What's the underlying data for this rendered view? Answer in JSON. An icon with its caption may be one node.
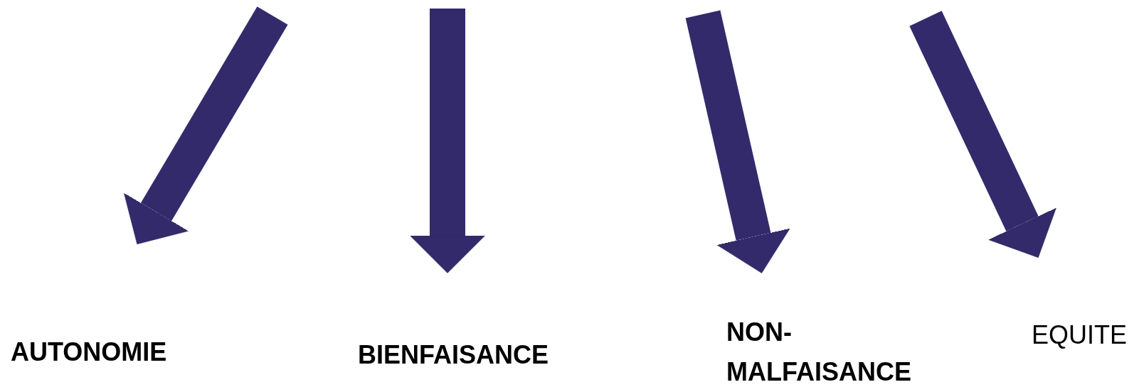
{
  "diagram": {
    "nodes": [
      {
        "text": [
          "AUTONOMIE"
        ]
      },
      {
        "text": [
          "BIENFAISANCE"
        ]
      },
      {
        "text": [
          "NON- MALFAISANCE"
        ]
      },
      {
        "text": [
          "EQUITE"
        ]
      }
    ],
    "edges": [
      {
        "from": null,
        "to": 0,
        "arrow": "to"
      },
      {
        "from": null,
        "to": 1,
        "arrow": "to"
      },
      {
        "from": null,
        "to": 2,
        "arrow": "to"
      },
      {
        "from": null,
        "to": 3,
        "arrow": "to"
      }
    ]
  }
}
